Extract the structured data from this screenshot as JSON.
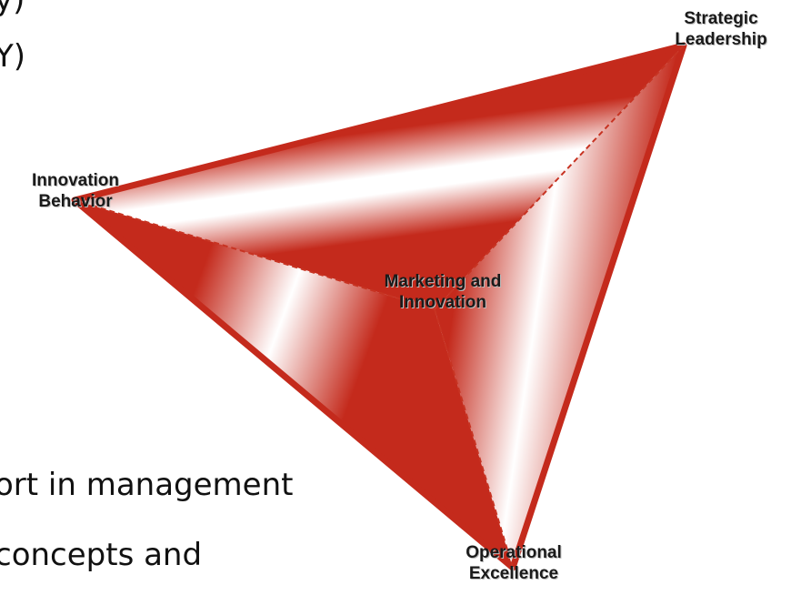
{
  "slide_text": {
    "line1": "y)",
    "line2": "Y)",
    "line3": "ort in management",
    "line4": "concepts and"
  },
  "diagram": {
    "vertices": {
      "strategic": [
        "Strategic",
        "Leadership"
      ],
      "innovation": [
        "Innovation",
        "Behavior"
      ],
      "center": [
        "Marketing and",
        "Innovation"
      ],
      "operational": [
        "Operational",
        "Excellence"
      ]
    },
    "colors": {
      "edge": "#c42a1c",
      "light": "#ffffff",
      "dark": "#b8241a"
    }
  }
}
